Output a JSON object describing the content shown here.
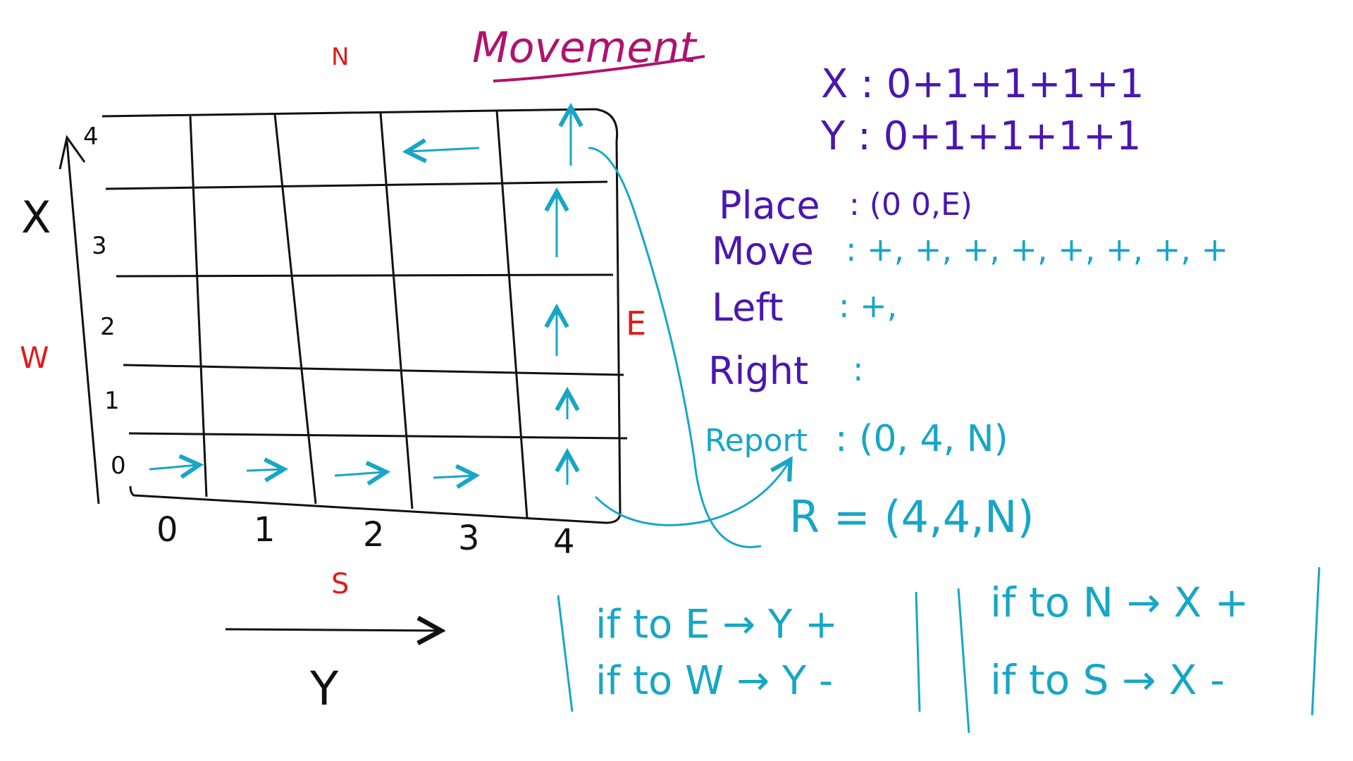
{
  "title": "Movement",
  "compass": {
    "north": "N",
    "south": "S",
    "east": "E",
    "west": "W"
  },
  "axes": {
    "x_label": "X",
    "y_label": "Y"
  },
  "grid": {
    "row_labels": [
      "4",
      "3",
      "2",
      "1",
      "0"
    ],
    "col_labels": [
      "0",
      "1",
      "2",
      "3",
      "4"
    ]
  },
  "counters": {
    "x_line": "X : 0+1+1+1+1",
    "y_line": "Y : 0+1+1+1+1"
  },
  "commands": {
    "place_label": "Place",
    "place_value": ": (0 0,E)",
    "move_label": "Move",
    "move_value": ": +, +, +, +, +, +, +, +",
    "left_label": "Left",
    "left_value": ": +,",
    "right_label": "Right",
    "right_value": ":",
    "report_label": "Report",
    "report_value": ": (0, 4, N)",
    "result": "R = (4,4,N)"
  },
  "rules": {
    "left_box": [
      "if to E → Y +",
      "if to W → Y -"
    ],
    "right_box": [
      "if to N → X +",
      "if to S → X -"
    ]
  },
  "colors": {
    "ink": "#111111",
    "red": "#e01b1b",
    "magenta": "#b0126e",
    "purple": "#4b16b0",
    "cyan": "#17a6c6"
  }
}
